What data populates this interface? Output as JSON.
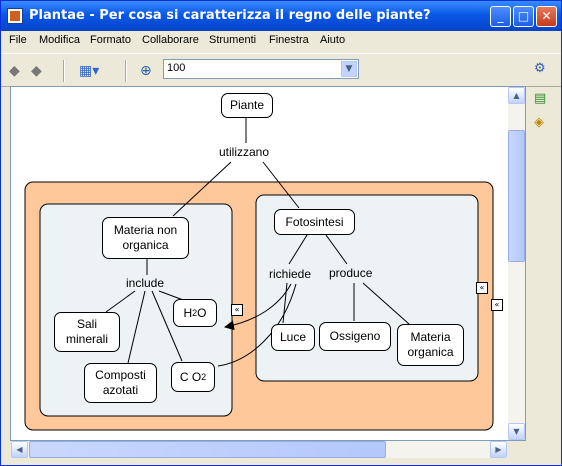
{
  "window": {
    "title": "Plantae - Per cosa si caratterizza il regno delle piante?",
    "controls": {
      "minimize": "_",
      "maximize": "□",
      "close": "✕"
    }
  },
  "menu": [
    "File",
    "Modifica",
    "Formato",
    "Collaborare",
    "Strumenti",
    "Finestra",
    "Aiuto"
  ],
  "toolbar": {
    "zoom": "100"
  },
  "map": {
    "piante": "Piante",
    "utilizzano": "utilizzano",
    "materia_non_organica": "Materia non organica",
    "include": "include",
    "sali_minerali": "Sali minerali",
    "composti_azotati": "Composti azotati",
    "h2o": {
      "pre": "H",
      "sub": "2",
      "post": "O"
    },
    "co2": {
      "pre": "C O",
      "sub": "2"
    },
    "fotosintesi": "Fotosintesi",
    "richiede": "richiede",
    "produce": "produce",
    "luce": "Luce",
    "ossigeno": "Ossigeno",
    "materia_organica": "Materia organica",
    "nested_glyph": "«"
  },
  "colors": {
    "outer_group": "#FFC89A",
    "inner_group": "#EDF3F5",
    "titlebar": "#0A58E6"
  },
  "icons": {
    "app": "cmap-icon",
    "back": "back-arrow-icon",
    "forward": "forward-arrow-icon",
    "view": "view-icon",
    "zoom": "zoom-icon",
    "side": [
      "style-icon",
      "list-icon",
      "collab-icon"
    ]
  }
}
